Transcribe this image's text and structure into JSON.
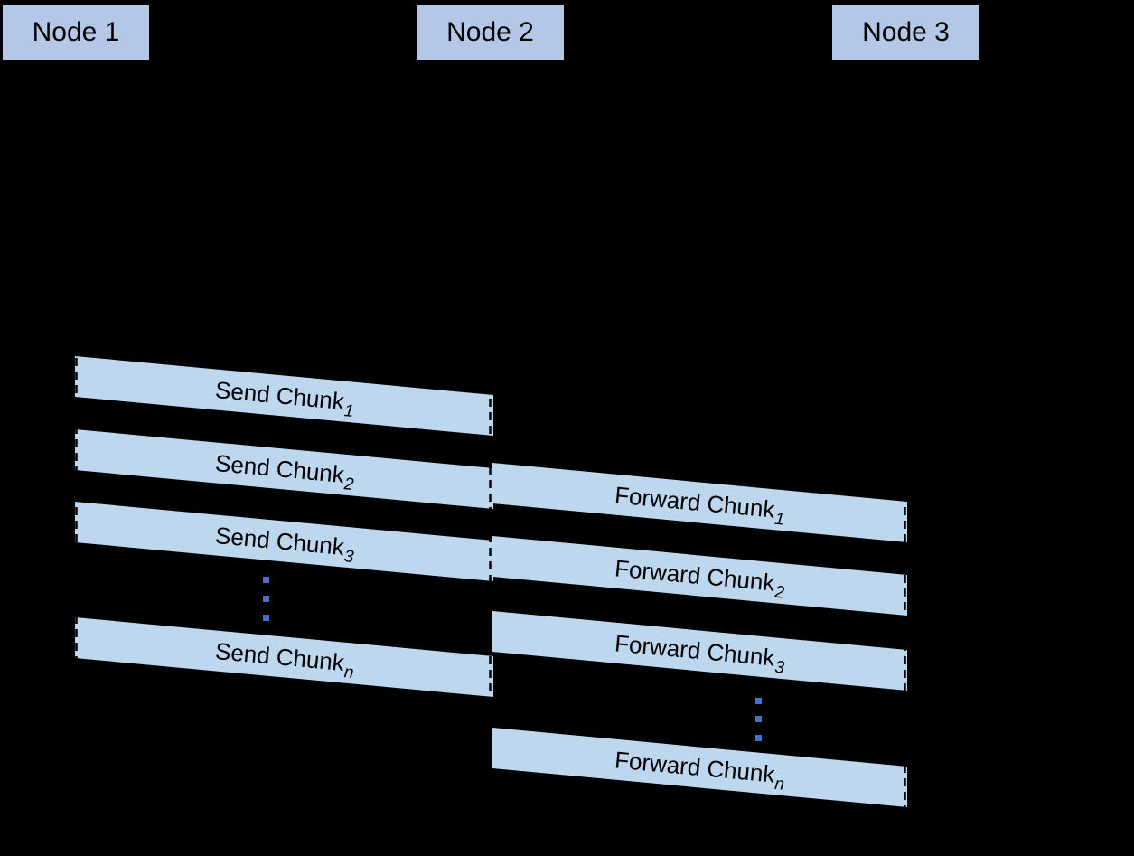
{
  "diagram": {
    "type": "sequence-pipeline-diagram",
    "nodes": [
      {
        "label": "Node 1"
      },
      {
        "label": "Node 2"
      },
      {
        "label": "Node 3"
      }
    ],
    "send_bars": [
      {
        "label": "Send Chunk",
        "subscript": "1"
      },
      {
        "label": "Send Chunk",
        "subscript": "2"
      },
      {
        "label": "Send Chunk",
        "subscript": "3"
      },
      {
        "label": "Send Chunk",
        "subscript": "n"
      }
    ],
    "forward_bars": [
      {
        "label": "Forward Chunk",
        "subscript": "1"
      },
      {
        "label": "Forward Chunk",
        "subscript": "2"
      },
      {
        "label": "Forward Chunk",
        "subscript": "3"
      },
      {
        "label": "Forward Chunk",
        "subscript": "n"
      }
    ],
    "colors": {
      "background": "#000000",
      "node_fill": "#b4c7e7",
      "bar_fill": "#bdd7ee",
      "text": "#000000",
      "lifeline": "#000000",
      "ellipsis_dot": "#4472c4"
    }
  }
}
